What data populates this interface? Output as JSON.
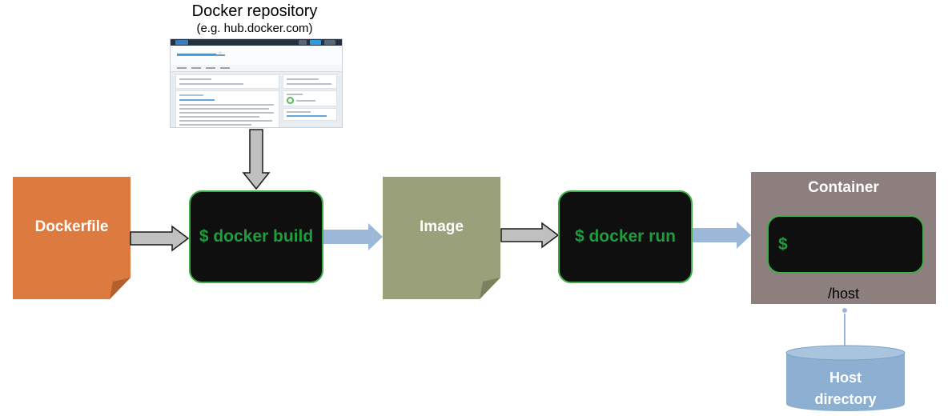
{
  "repository": {
    "title": "Docker repository",
    "subtitle": "(e.g. hub.docker.com)"
  },
  "steps": {
    "dockerfile": "Dockerfile",
    "build": "$ docker build",
    "image": "Image",
    "run": "$ docker run"
  },
  "container": {
    "title": "Container",
    "prompt": "$",
    "mount": "/host"
  },
  "host_directory": {
    "line1": "Host",
    "line2": "directory"
  },
  "colors": {
    "dockerfile": "#dd7a3f",
    "image": "#9aa17a",
    "terminal_text": "#1f9d3c",
    "terminal_border": "#3fae49",
    "container": "#8c7f7d",
    "host_directory": "#8db0d2",
    "gray_arrow": "#c0c0c0",
    "blue_arrow": "#9bb8d9"
  }
}
